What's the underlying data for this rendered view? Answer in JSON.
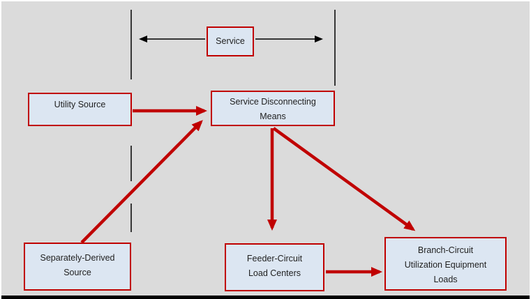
{
  "diagram": {
    "description_visible": false,
    "nodes": {
      "service": {
        "label": "Service"
      },
      "utility": {
        "label": "Utility Source"
      },
      "service_disconnecting_means": {
        "line1": "Service Disconnecting",
        "line2": "Means"
      },
      "separately_derived_source": {
        "line1": "Separately-Derived",
        "line2": "Source"
      },
      "feeder_circuit_load_centers": {
        "line1": "Feeder-Circuit",
        "line2": "Load Centers"
      },
      "branch_circuit_loads": {
        "line1": "Branch-Circuit",
        "line2": "Utilization Equipment",
        "line3": "Loads"
      }
    },
    "edges": [
      {
        "from": "Service",
        "to": "left service demarcation line",
        "style": "thin black arrow",
        "direction": "left"
      },
      {
        "from": "Service",
        "to": "right service demarcation line",
        "style": "thin black arrow",
        "direction": "right"
      },
      {
        "from": "Utility Source",
        "to": "Service Disconnecting Means",
        "style": "thick red arrow"
      },
      {
        "from": "Separately-Derived Source",
        "to": "Service Disconnecting Means",
        "style": "thick red arrow"
      },
      {
        "from": "Service Disconnecting Means",
        "to": "Feeder-Circuit Load Centers",
        "style": "thick red arrow"
      },
      {
        "from": "Service Disconnecting Means",
        "to": "Branch-Circuit Utilization Equipment Loads",
        "style": "thick red arrow"
      },
      {
        "from": "Feeder-Circuit Load Centers",
        "to": "Branch-Circuit Utilization Equipment Loads",
        "style": "thick red arrow"
      }
    ],
    "demarcation_lines": {
      "left": "vertical black line, dashed below Utility Source",
      "right": "vertical black line, solid"
    },
    "colors": {
      "background": "#dbdbdb",
      "box_fill": "#dce6f2",
      "box_border": "#c00000",
      "arrow_red": "#c00000",
      "line_black": "#000000",
      "bottom_bar": "#000000",
      "text": "#1f1f1f"
    }
  }
}
